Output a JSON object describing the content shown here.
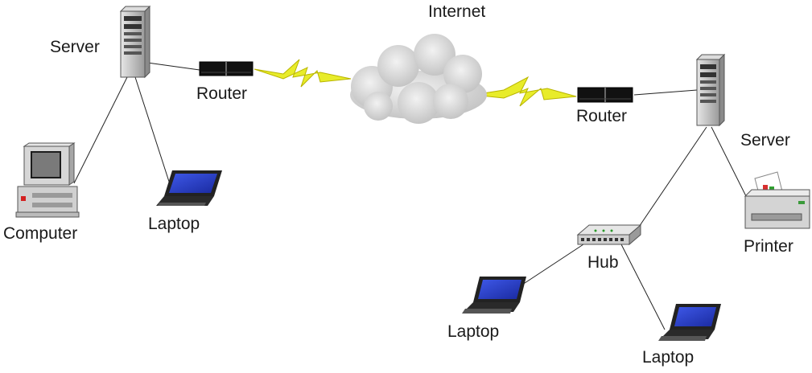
{
  "diagram": {
    "title": "",
    "nodes": {
      "internet": {
        "label": "Internet",
        "icon": "cloud-icon"
      },
      "server_left": {
        "label": "Server",
        "icon": "server-tower-icon"
      },
      "router_left": {
        "label": "Router",
        "icon": "router-icon"
      },
      "computer": {
        "label": "Computer",
        "icon": "desktop-computer-icon"
      },
      "laptop_left": {
        "label": "Laptop",
        "icon": "laptop-icon"
      },
      "router_right": {
        "label": "Router",
        "icon": "router-icon"
      },
      "server_right": {
        "label": "Server",
        "icon": "server-tower-icon"
      },
      "printer": {
        "label": "Printer",
        "icon": "printer-icon"
      },
      "hub": {
        "label": "Hub",
        "icon": "hub-icon"
      },
      "laptop_hub_left": {
        "label": "Laptop",
        "icon": "laptop-icon"
      },
      "laptop_hub_right": {
        "label": "Laptop",
        "icon": "laptop-icon"
      }
    },
    "links": [
      {
        "from": "server_left",
        "to": "router_left",
        "kind": "wire"
      },
      {
        "from": "server_left",
        "to": "computer",
        "kind": "wire"
      },
      {
        "from": "server_left",
        "to": "laptop_left",
        "kind": "wire"
      },
      {
        "from": "router_left",
        "to": "internet",
        "kind": "wan-lightning"
      },
      {
        "from": "internet",
        "to": "router_right",
        "kind": "wan-lightning"
      },
      {
        "from": "router_right",
        "to": "server_right",
        "kind": "wire"
      },
      {
        "from": "server_right",
        "to": "hub",
        "kind": "wire"
      },
      {
        "from": "server_right",
        "to": "printer",
        "kind": "wire"
      },
      {
        "from": "hub",
        "to": "laptop_hub_left",
        "kind": "wire"
      },
      {
        "from": "hub",
        "to": "laptop_hub_right",
        "kind": "wire"
      }
    ],
    "colors": {
      "wire": "#222222",
      "lightning": "#e8ec2a",
      "cloud": "#d9d9d9",
      "screen": "#2a44d8",
      "router": "#111111",
      "server": "#c9c9c9"
    }
  }
}
